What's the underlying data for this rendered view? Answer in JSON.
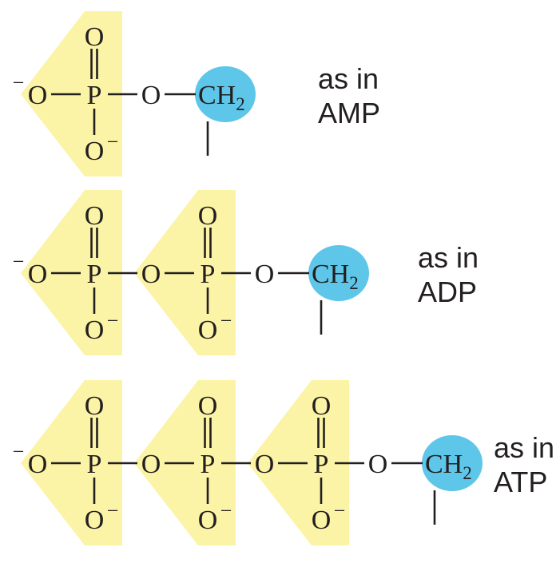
{
  "figure": {
    "rows": [
      {
        "id": "amp",
        "phosphate_count": 1,
        "caption_line1": "as in",
        "caption_line2": "AMP"
      },
      {
        "id": "adp",
        "phosphate_count": 2,
        "caption_line1": "as in",
        "caption_line2": "ADP"
      },
      {
        "id": "atp",
        "phosphate_count": 3,
        "caption_line1": "as in",
        "caption_line2": "ATP"
      }
    ],
    "symbols": {
      "oxygen": "O",
      "phosphorus": "P",
      "methylene": "CH",
      "methylene_subscript": "2",
      "negative_charge": "−"
    },
    "colors": {
      "phosphate_highlight": "#FBF4A6",
      "ch2_highlight": "#5EC6E9",
      "ink": "#231F20",
      "background": "#FFFFFF"
    }
  }
}
